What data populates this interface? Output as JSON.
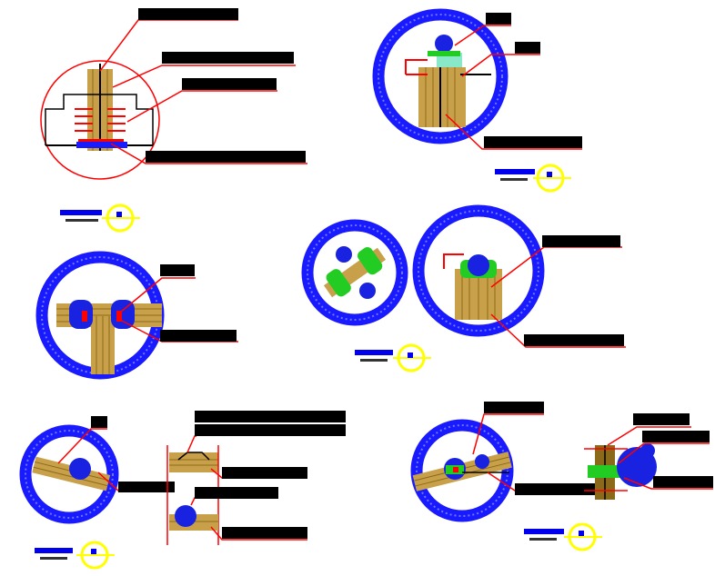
{
  "colors": {
    "ring": "#1a1aff",
    "ring_inner": "#4a5cff",
    "leader": "#ff0000",
    "label_bar": "#000000",
    "wood": "#c9a04a",
    "wood_dark": "#8a6a1a",
    "joint_red": "#e00000",
    "bolt": "#1822e0",
    "green": "#22cc22",
    "cyan": "#88e8c8",
    "symbol_yellow": "#ffff00",
    "symbol_blue_bar": "#0000ee"
  },
  "icons": {
    "detail_callout": "detail-callout-symbol",
    "section_ring": "detail-circle"
  },
  "details": [
    {
      "id": "detail-1",
      "label_bars": 4
    },
    {
      "id": "detail-2",
      "label_bars": 3
    },
    {
      "id": "detail-3",
      "label_bars": 2
    },
    {
      "id": "detail-4",
      "label_bars": 2
    },
    {
      "id": "detail-5",
      "label_bars": 6
    },
    {
      "id": "detail-6",
      "label_bars": 5
    }
  ]
}
